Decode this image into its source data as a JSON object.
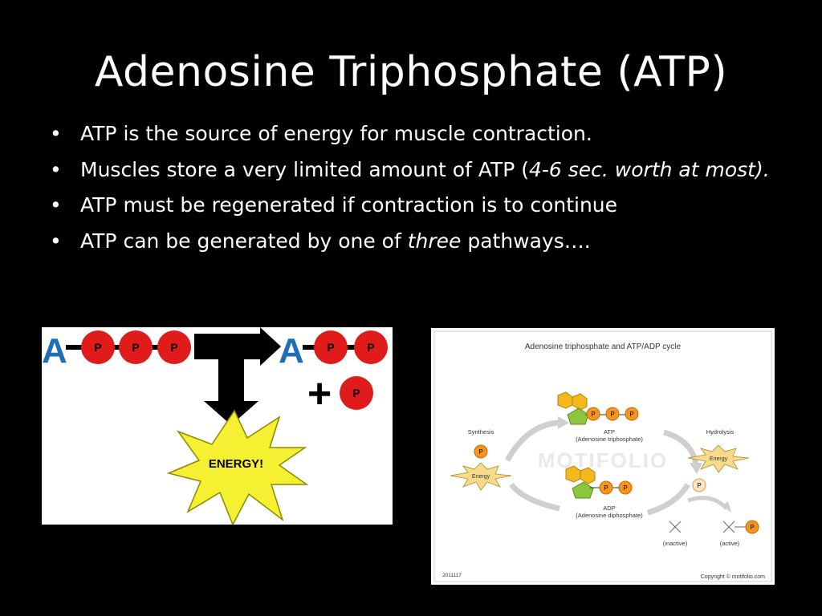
{
  "slide": {
    "title": "Adenosine Triphosphate (ATP)",
    "bullets": [
      {
        "pre": "ATP is the source of energy for muscle contraction.",
        "em": "",
        "post": ""
      },
      {
        "pre": "Muscles store a very limited amount of ATP (",
        "em": "4-6 sec. worth at most).",
        "post": ""
      },
      {
        "pre": "ATP must be regenerated if contraction is to continue",
        "em": "",
        "post": ""
      },
      {
        "pre": "ATP can be generated by one of ",
        "em": "three",
        "post": " pathways…."
      }
    ]
  },
  "left_diagram": {
    "adenosine_letter": "A",
    "phosphate_letter": "P",
    "plus_sign": "+",
    "energy_label": "ENERGY!",
    "colors": {
      "adenosine": "#1f6fb5",
      "phosphate": "#e01b1b",
      "arrow": "#000000",
      "starburst": "#f5f032"
    }
  },
  "right_diagram": {
    "title": "Adenosine triphosphate and ATP/ADP cycle",
    "synthesis_label": "Synthesis",
    "hydrolysis_label": "Hydrolysis",
    "atp_label": "ATP",
    "atp_full": "(Adenosine triphosphate)",
    "adp_label": "ADP",
    "adp_full": "(Adenosine diphosphate)",
    "energy_label": "Energy",
    "phosphate_letter": "P",
    "watermark": "MOTIFOLIO",
    "inactive_label": "(inactive)",
    "active_label": "(active)",
    "footer_id": "2011117",
    "copyright": "Copyright © motifolio.com",
    "colors": {
      "hexagon": "#f2b81c",
      "pentagon": "#8cc63f",
      "phosphate": "#f7941d",
      "starburst": "#f6dc8a"
    }
  }
}
